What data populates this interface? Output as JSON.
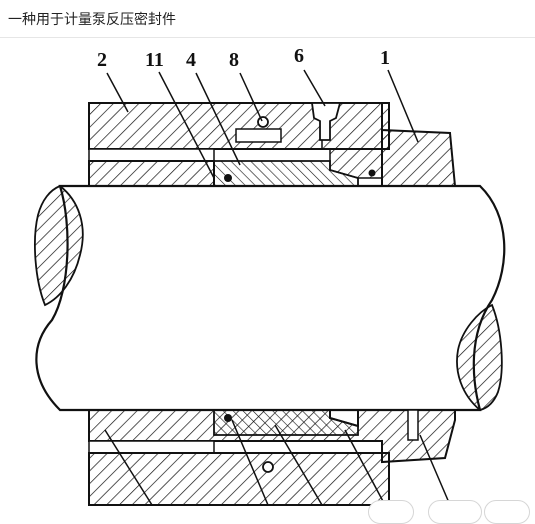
{
  "page": {
    "title": "一种用于计量泵反压密封件"
  },
  "figure": {
    "labels": [
      "2",
      "11",
      "4",
      "8",
      "6",
      "1"
    ],
    "colors": {
      "line": "#111111",
      "background": "#ffffff"
    }
  }
}
